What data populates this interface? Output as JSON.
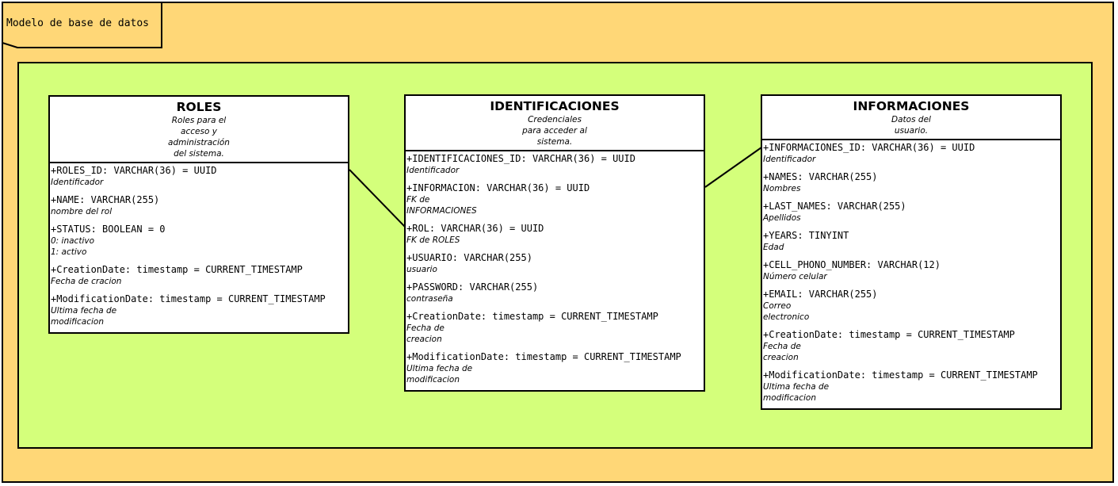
{
  "frame": {
    "label": "Modelo de base de datos"
  },
  "entities": {
    "roles": {
      "title": "ROLES",
      "description": "Roles para el\nacceso y\nadministración\ndel sistema.",
      "attributes": [
        {
          "sig": "+ROLES_ID: VARCHAR(36) = UUID",
          "note": "Identificador"
        },
        {
          "sig": "+NAME: VARCHAR(255)",
          "note": "nombre del rol"
        },
        {
          "sig": "+STATUS: BOOLEAN = 0",
          "note": "0: inactivo\n1: activo"
        },
        {
          "sig": "+CreationDate: timestamp = CURRENT_TIMESTAMP",
          "note": "Fecha de cracion"
        },
        {
          "sig": "+ModificationDate: timestamp = CURRENT_TIMESTAMP",
          "note": "Ultima fecha de\nmodificacion"
        }
      ]
    },
    "identificaciones": {
      "title": "IDENTIFICACIONES",
      "description": "Credenciales\npara acceder al\nsistema.",
      "attributes": [
        {
          "sig": "+IDENTIFICACIONES_ID: VARCHAR(36) = UUID",
          "note": "Identificador"
        },
        {
          "sig": "+INFORMACION: VARCHAR(36) = UUID",
          "note": "FK de\nINFORMACIONES"
        },
        {
          "sig": "+ROL: VARCHAR(36) = UUID",
          "note": "FK de ROLES"
        },
        {
          "sig": "+USUARIO: VARCHAR(255)",
          "note": "usuario"
        },
        {
          "sig": "+PASSWORD: VARCHAR(255)",
          "note": "contraseña"
        },
        {
          "sig": "+CreationDate: timestamp = CURRENT_TIMESTAMP",
          "note": "Fecha de\ncreacion"
        },
        {
          "sig": "+ModificationDate: timestamp = CURRENT_TIMESTAMP",
          "note": "Ultima fecha de\nmodificacion"
        }
      ]
    },
    "informaciones": {
      "title": "INFORMACIONES",
      "description": "Datos del\nusuario.",
      "attributes": [
        {
          "sig": "+INFORMACIONES_ID: VARCHAR(36) = UUID",
          "note": "Identificador"
        },
        {
          "sig": "+NAMES: VARCHAR(255)",
          "note": "Nombres"
        },
        {
          "sig": "+LAST_NAMES: VARCHAR(255)",
          "note": "Apellidos"
        },
        {
          "sig": "+YEARS: TINYINT",
          "note": "Edad"
        },
        {
          "sig": "+CELL_PHONO_NUMBER: VARCHAR(12)",
          "note": "Número celular"
        },
        {
          "sig": "+EMAIL: VARCHAR(255)",
          "note": "Correo\nelectronico"
        },
        {
          "sig": "+CreationDate: timestamp = CURRENT_TIMESTAMP",
          "note": "Fecha de\ncreacion"
        },
        {
          "sig": "+ModificationDate: timestamp = CURRENT_TIMESTAMP",
          "note": "Ultima fecha de\nmodificacion"
        }
      ]
    }
  }
}
